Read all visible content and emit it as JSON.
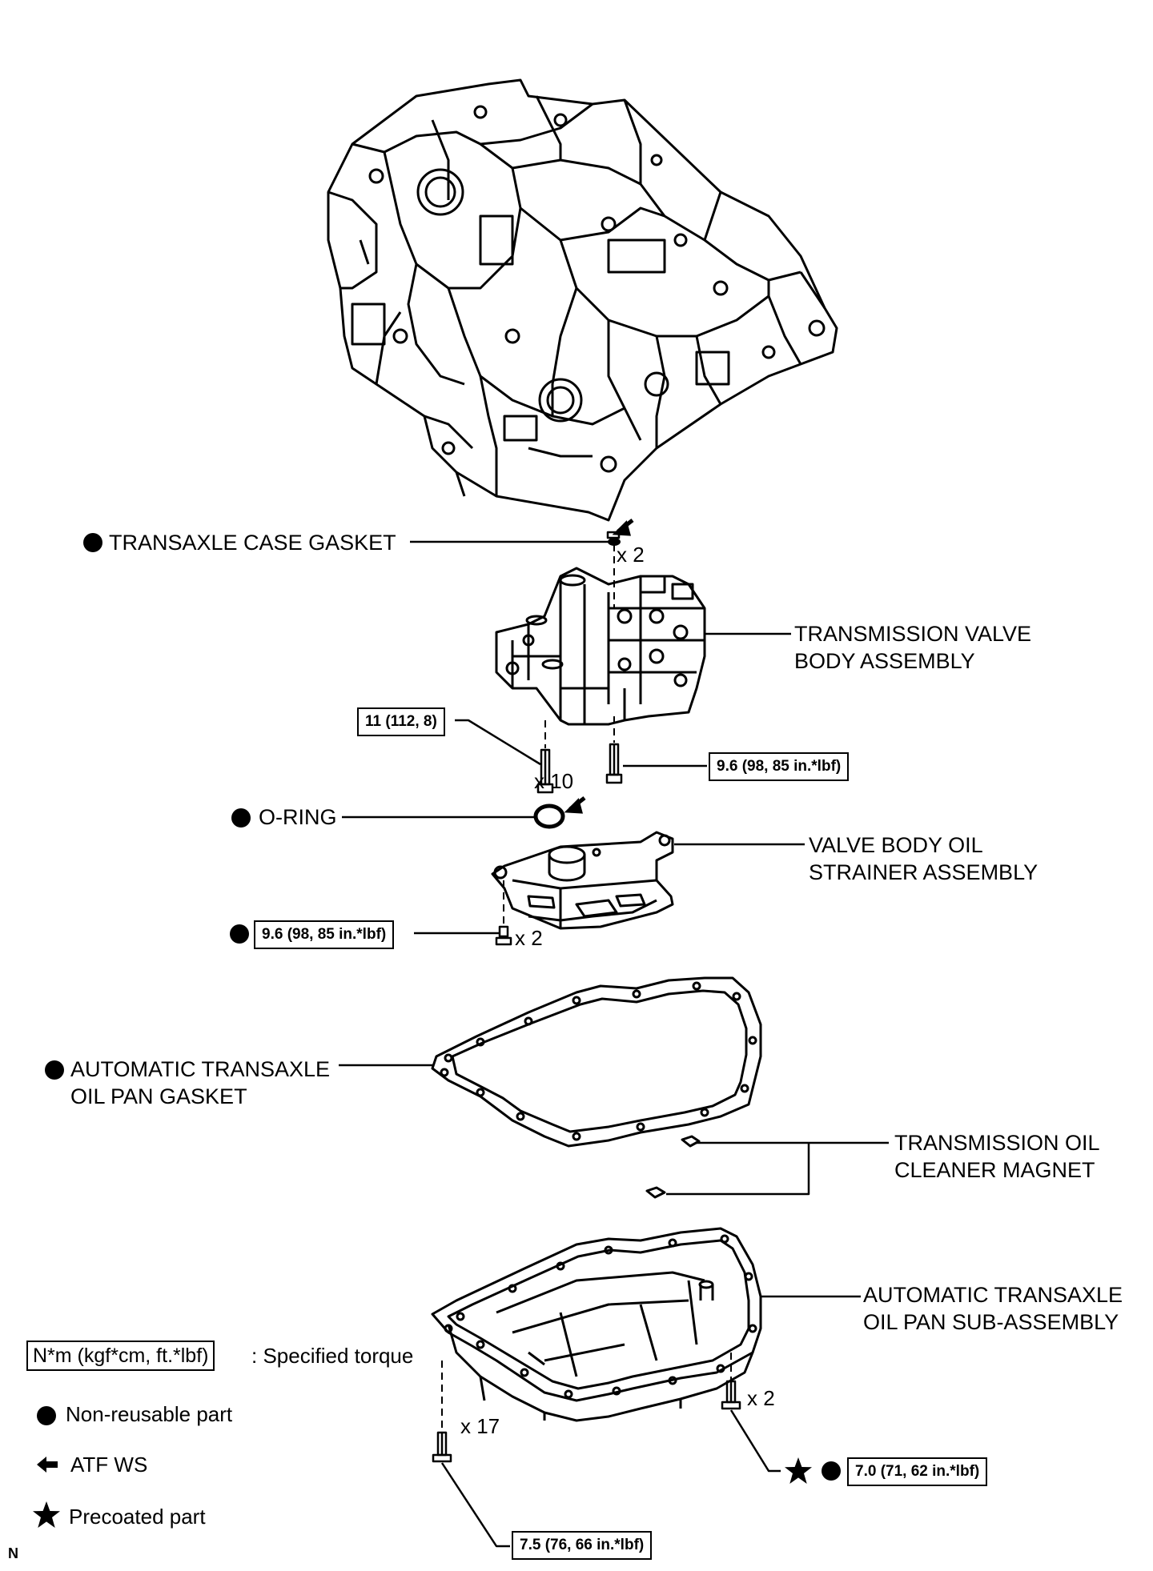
{
  "labels": {
    "transaxle_case_gasket": "TRANSAXLE CASE GASKET",
    "transmission_valve_body_l1": "TRANSMISSION VALVE",
    "transmission_valve_body_l2": "BODY ASSEMBLY",
    "o_ring": "O-RING",
    "valve_body_strainer_l1": "VALVE BODY OIL",
    "valve_body_strainer_l2": "STRAINER ASSEMBLY",
    "oil_pan_gasket_l1": "AUTOMATIC TRANSAXLE",
    "oil_pan_gasket_l2": "OIL PAN GASKET",
    "cleaner_magnet_l1": "TRANSMISSION OIL",
    "cleaner_magnet_l2": "CLEANER MAGNET",
    "oil_pan_sub_l1": "AUTOMATIC TRANSAXLE",
    "oil_pan_sub_l2": "OIL PAN SUB-ASSEMBLY"
  },
  "torques": {
    "valve_body_bolt_a": "11 (112, 8)",
    "valve_body_bolt_b": "9.6 (98, 85 in.*lbf)",
    "strainer_bolt": "9.6 (98, 85 in.*lbf)",
    "oil_pan_bolt_right": "7.0 (71, 62 in.*lbf)",
    "oil_pan_bolt_left": "7.5 (76, 66 in.*lbf)"
  },
  "quantities": {
    "case_gasket": "x 2",
    "valve_body_bolts": "x 10",
    "strainer_bolts": "x 2",
    "oil_pan_bolts_right": "x 2",
    "oil_pan_bolts_left": "x 17"
  },
  "legend": {
    "specified_torque_box": "N*m (kgf*cm, ft.*lbf)",
    "specified_torque_text": ": Specified torque",
    "non_reusable": "Non-reusable part",
    "atf_ws": "ATF WS",
    "precoated": "Precoated part"
  },
  "corner_mark": "N"
}
